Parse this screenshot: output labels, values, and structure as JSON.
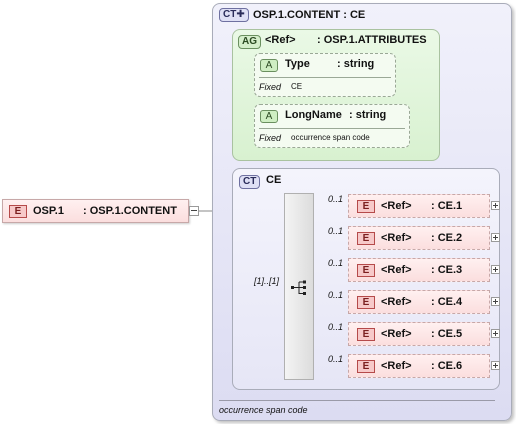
{
  "root": {
    "badge": "E",
    "name": "OSP.1",
    "type": ": OSP.1.CONTENT"
  },
  "complex_type": {
    "badge": "CT",
    "title": "OSP.1.CONTENT : CE",
    "annotation": "occurrence span code"
  },
  "attribute_group": {
    "badge": "AG",
    "ref": "<Ref>",
    "name": ": OSP.1.ATTRIBUTES"
  },
  "attributes": [
    {
      "badge": "A",
      "name": "Type",
      "type": ": string",
      "fixed_label": "Fixed",
      "fixed_value": "CE"
    },
    {
      "badge": "A",
      "name": "LongName",
      "type": ": string",
      "fixed_label": "Fixed",
      "fixed_value": "occurrence span code"
    }
  ],
  "inner_type": {
    "badge": "CT",
    "name": "CE"
  },
  "sequence": {
    "cardinality": "[1]..[1]"
  },
  "elements": [
    {
      "badge": "E",
      "ref": "<Ref>",
      "name": ": CE.1",
      "cardinality": "0..1"
    },
    {
      "badge": "E",
      "ref": "<Ref>",
      "name": ": CE.2",
      "cardinality": "0..1"
    },
    {
      "badge": "E",
      "ref": "<Ref>",
      "name": ": CE.3",
      "cardinality": "0..1"
    },
    {
      "badge": "E",
      "ref": "<Ref>",
      "name": ": CE.4",
      "cardinality": "0..1"
    },
    {
      "badge": "E",
      "ref": "<Ref>",
      "name": ": CE.5",
      "cardinality": "0..1"
    },
    {
      "badge": "E",
      "ref": "<Ref>",
      "name": ": CE.6",
      "cardinality": "0..1"
    }
  ]
}
